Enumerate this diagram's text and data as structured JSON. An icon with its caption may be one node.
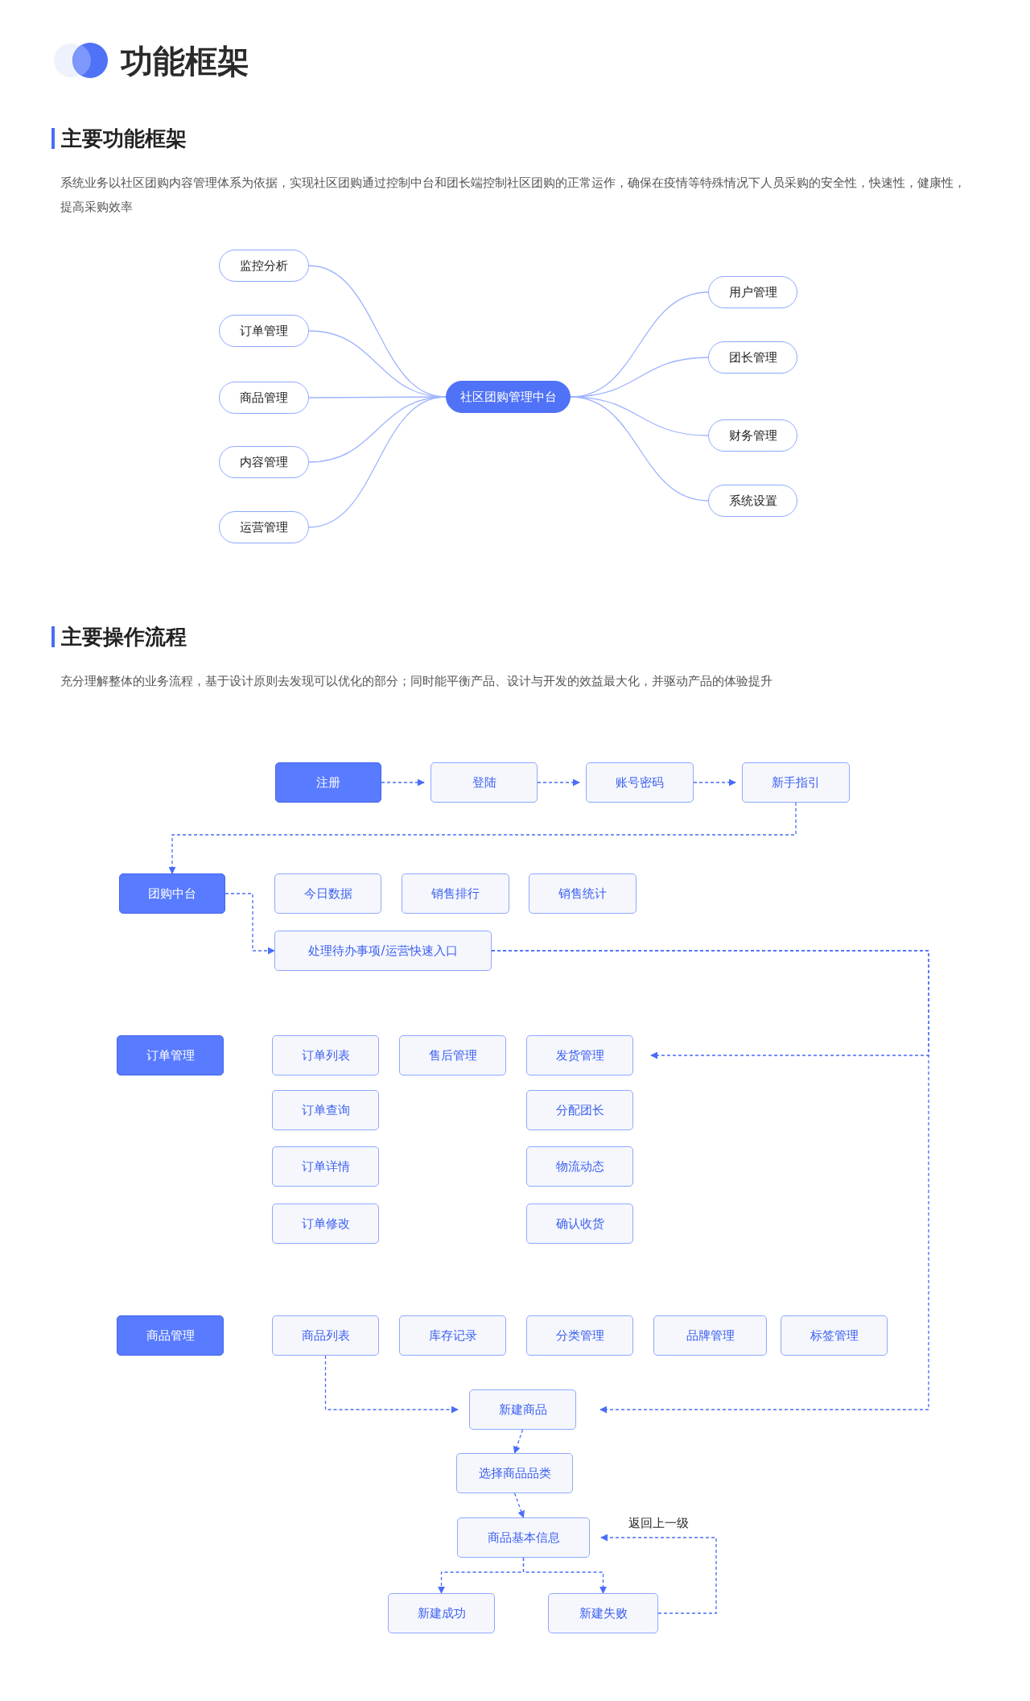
{
  "diagram": {
    "title": "功能框架",
    "nodes": [
      {
        "text": [
          "监控分析"
        ]
      },
      {
        "text": [
          "订单管理"
        ]
      },
      {
        "text": [
          "商品管理"
        ]
      },
      {
        "text": [
          "内容管理"
        ]
      },
      {
        "text": [
          "运营管理"
        ]
      },
      {
        "text": [
          "社区团购管理中台"
        ]
      },
      {
        "text": [
          "用户管理"
        ]
      },
      {
        "text": [
          "团长管理"
        ]
      },
      {
        "text": [
          "财务管理"
        ]
      },
      {
        "text": [
          "系统设置"
        ]
      },
      {
        "text": [
          "注册"
        ]
      },
      {
        "text": [
          "登陆"
        ]
      },
      {
        "text": [
          "账号密码"
        ]
      },
      {
        "text": [
          "新手指引"
        ]
      },
      {
        "text": [
          "团购中台"
        ]
      },
      {
        "text": [
          "今日数据"
        ]
      },
      {
        "text": [
          "销售排行"
        ]
      },
      {
        "text": [
          "销售统计"
        ]
      },
      {
        "text": [
          "处理待办事项/运营快速入口"
        ]
      },
      {
        "text": [
          "订单管理"
        ]
      },
      {
        "text": [
          "订单列表"
        ]
      },
      {
        "text": [
          "售后管理"
        ]
      },
      {
        "text": [
          "发货管理"
        ]
      },
      {
        "text": [
          "订单查询"
        ]
      },
      {
        "text": [
          "分配团长"
        ]
      },
      {
        "text": [
          "订单详情"
        ]
      },
      {
        "text": [
          "物流动态"
        ]
      },
      {
        "text": [
          "订单修改"
        ]
      },
      {
        "text": [
          "确认收货"
        ]
      },
      {
        "text": [
          "商品管理"
        ]
      },
      {
        "text": [
          "商品列表"
        ]
      },
      {
        "text": [
          "库存记录"
        ]
      },
      {
        "text": [
          "分类管理"
        ]
      },
      {
        "text": [
          "品牌管理"
        ]
      },
      {
        "text": [
          "标签管理"
        ]
      },
      {
        "text": [
          "新建商品"
        ]
      },
      {
        "text": [
          "选择商品品类"
        ]
      },
      {
        "text": [
          "商品基本信息"
        ]
      },
      {
        "text": [
          "新建成功"
        ]
      },
      {
        "text": [
          "新建失败"
        ]
      }
    ],
    "edges": [
      {
        "from": 5,
        "to": 0,
        "arrow": "none",
        "color": "#9fb4ff"
      },
      {
        "from": 5,
        "to": 1,
        "arrow": "none",
        "color": "#9fb4ff"
      },
      {
        "from": 5,
        "to": 2,
        "arrow": "none",
        "color": "#9fb4ff"
      },
      {
        "from": 5,
        "to": 3,
        "arrow": "none",
        "color": "#9fb4ff"
      },
      {
        "from": 5,
        "to": 4,
        "arrow": "none",
        "color": "#9fb4ff"
      },
      {
        "from": 5,
        "to": 6,
        "arrow": "none",
        "color": "#9fb4ff"
      },
      {
        "from": 5,
        "to": 7,
        "arrow": "none",
        "color": "#9fb4ff"
      },
      {
        "from": 5,
        "to": 8,
        "arrow": "none",
        "color": "#9fb4ff"
      },
      {
        "from": 5,
        "to": 9,
        "arrow": "none",
        "color": "#9fb4ff"
      },
      {
        "from": 10,
        "to": 11,
        "arrow": "to",
        "style": "dashed"
      },
      {
        "from": 11,
        "to": 12,
        "arrow": "to",
        "style": "dashed"
      },
      {
        "from": 12,
        "to": 13,
        "arrow": "to",
        "style": "dashed"
      },
      {
        "from": 13,
        "to": 14,
        "arrow": "to",
        "style": "dashed"
      },
      {
        "from": 14,
        "to": 18,
        "arrow": "to",
        "style": "dashed"
      },
      {
        "from": 18,
        "to": 22,
        "arrow": "to",
        "style": "dashed"
      },
      {
        "from": 18,
        "to": 35,
        "arrow": "to",
        "style": "dashed"
      },
      {
        "from": 30,
        "to": 35,
        "arrow": "to",
        "style": "dashed"
      },
      {
        "from": 35,
        "to": 36,
        "arrow": "to",
        "style": "dashed"
      },
      {
        "from": 36,
        "to": 37,
        "arrow": "to",
        "style": "dashed"
      },
      {
        "from": 37,
        "to": 38,
        "arrow": "to",
        "style": "dashed"
      },
      {
        "from": 37,
        "to": 39,
        "arrow": "to",
        "style": "dashed"
      },
      {
        "from": 39,
        "to": 37,
        "arrow": "to",
        "style": "dashed",
        "label": "返回上一级"
      }
    ],
    "labels": [
      "主要功能框架",
      "系统业务以社区团购内容管理体系为依据，实现社区团购通过控制中台和团长端控制社区团购的正常运作，确保在疫情等特殊情况下人员采购的安全性，快速性，健康性，提高采购效率",
      "主要操作流程",
      "充分理解整体的业务流程，基于设计原则去发现可以优化的部分；同时能平衡产品、设计与开发的效益最大化，并驱动产品的体验提升"
    ]
  }
}
